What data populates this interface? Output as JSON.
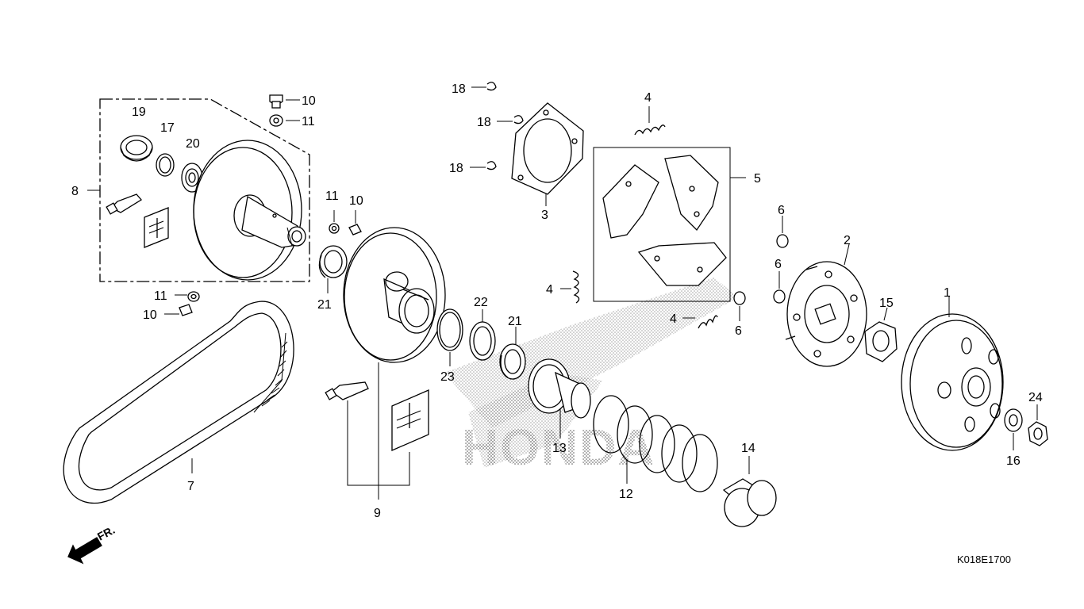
{
  "diagram": {
    "code": "K018E1700",
    "front_marker": "FR.",
    "watermark": "HONDA",
    "labels": [
      {
        "id": "1",
        "text": "1"
      },
      {
        "id": "2",
        "text": "2"
      },
      {
        "id": "3",
        "text": "3"
      },
      {
        "id": "4a",
        "text": "4"
      },
      {
        "id": "4b",
        "text": "4"
      },
      {
        "id": "4c",
        "text": "4"
      },
      {
        "id": "5",
        "text": "5"
      },
      {
        "id": "6a",
        "text": "6"
      },
      {
        "id": "6b",
        "text": "6"
      },
      {
        "id": "6c",
        "text": "6"
      },
      {
        "id": "7",
        "text": "7"
      },
      {
        "id": "8",
        "text": "8"
      },
      {
        "id": "9",
        "text": "9"
      },
      {
        "id": "10a",
        "text": "10"
      },
      {
        "id": "10b",
        "text": "10"
      },
      {
        "id": "10c",
        "text": "10"
      },
      {
        "id": "11a",
        "text": "11"
      },
      {
        "id": "11b",
        "text": "11"
      },
      {
        "id": "11c",
        "text": "11"
      },
      {
        "id": "12",
        "text": "12"
      },
      {
        "id": "13",
        "text": "13"
      },
      {
        "id": "14",
        "text": "14"
      },
      {
        "id": "15",
        "text": "15"
      },
      {
        "id": "16",
        "text": "16"
      },
      {
        "id": "17",
        "text": "17"
      },
      {
        "id": "18a",
        "text": "18"
      },
      {
        "id": "18b",
        "text": "18"
      },
      {
        "id": "18c",
        "text": "18"
      },
      {
        "id": "19",
        "text": "19"
      },
      {
        "id": "20",
        "text": "20"
      },
      {
        "id": "21a",
        "text": "21"
      },
      {
        "id": "21b",
        "text": "21"
      },
      {
        "id": "22",
        "text": "22"
      },
      {
        "id": "23",
        "text": "23"
      },
      {
        "id": "24",
        "text": "24"
      }
    ]
  }
}
